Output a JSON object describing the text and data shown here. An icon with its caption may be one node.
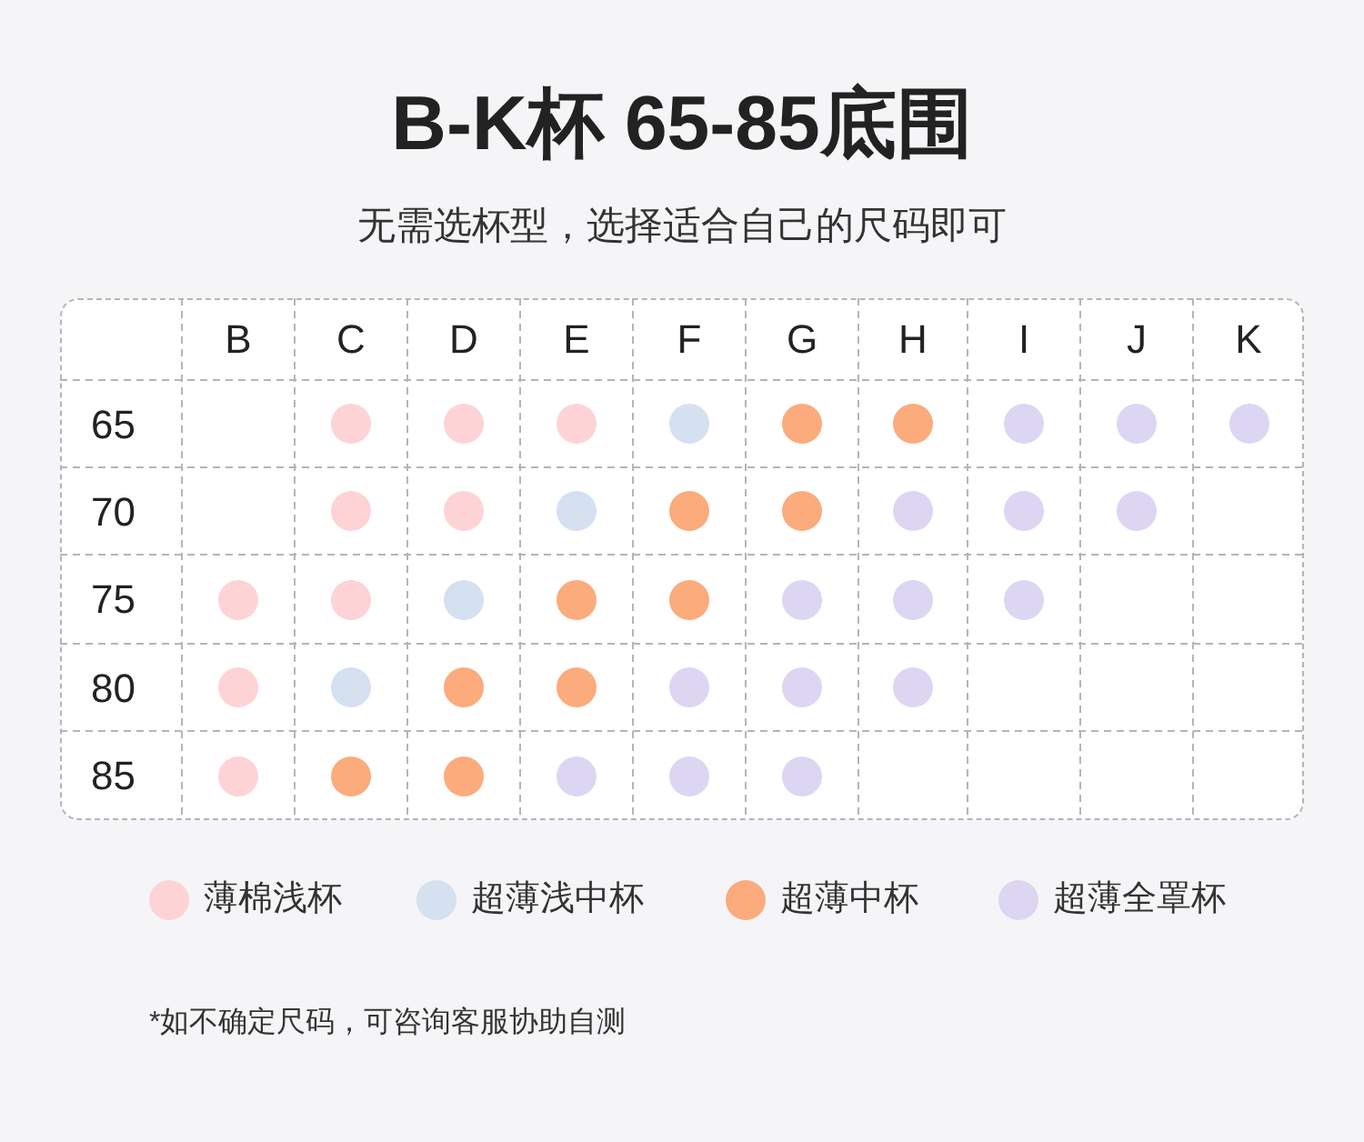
{
  "diagram": {
    "title": "B-K杯 65-85底围",
    "labels": [
      "无需选杯型，选择适合自己的尺码即可",
      "B",
      "C",
      "D",
      "E",
      "F",
      "G",
      "H",
      "I",
      "J",
      "K",
      "65",
      "70",
      "75",
      "80",
      "85",
      "*如不确定尺码，可咨询客服协助自测"
    ],
    "legend": [
      {
        "text": "薄棉浅杯",
        "color": "#fdd3d6"
      },
      {
        "text": "超薄浅中杯",
        "color": "#d5e0f0"
      },
      {
        "text": "超薄中杯",
        "color": "#fbab7c"
      },
      {
        "text": "超薄全罩杯",
        "color": "#ddd6f2"
      }
    ]
  }
}
